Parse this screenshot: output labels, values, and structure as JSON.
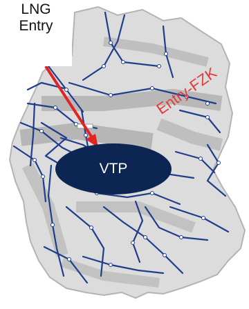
{
  "lng_entry": {
    "line1": "LNG",
    "line2": "Entry"
  },
  "arrow_label": "Entry-FZK",
  "vtp_label": "VTP",
  "colors": {
    "map_fill": "#dcdcdc",
    "map_edge": "#b3b3b3",
    "corridor": "#a8a8a8",
    "corridor_dark": "#8f8f8f",
    "pipeline": "#1f3d8c",
    "arrow": "#e32222",
    "vtp_fill": "#0d2552"
  }
}
